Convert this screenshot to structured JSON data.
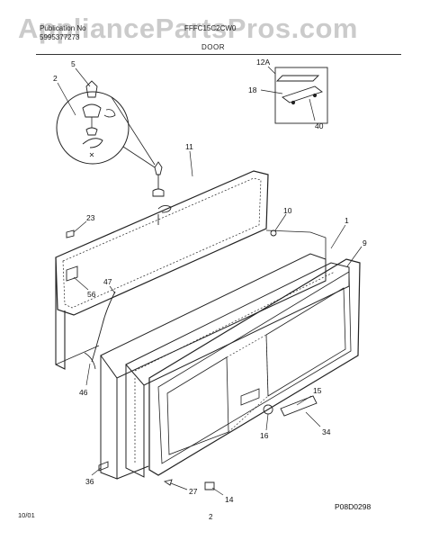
{
  "header": {
    "watermark": "AppliancePartsPros.com",
    "left_line1": "Publication No",
    "left_line2": "5995377273",
    "model": "FFFC15C2CW0",
    "title": "DOOR"
  },
  "callouts": [
    "5",
    "2",
    "12A",
    "18",
    "40",
    "11",
    "23",
    "10",
    "1",
    "9",
    "47",
    "56",
    "46",
    "15",
    "16",
    "34",
    "36",
    "27",
    "14"
  ],
  "diagram_code": "P08D0298",
  "footer": {
    "date": "10/01",
    "page": "2"
  }
}
